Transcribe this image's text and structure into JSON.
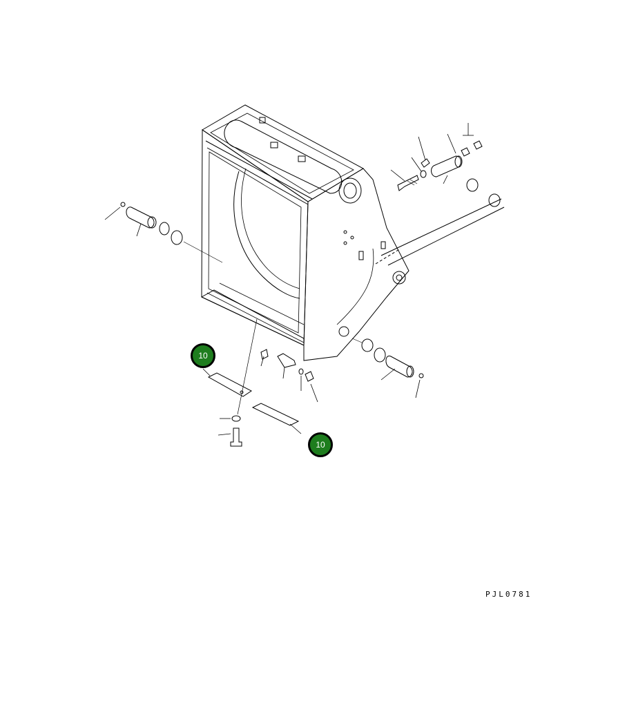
{
  "callouts": [
    {
      "label": "10",
      "color": "#1e7d1e"
    },
    {
      "label": "10",
      "color": "#1e7d1e"
    }
  ],
  "drawing_code": "PJL0781"
}
